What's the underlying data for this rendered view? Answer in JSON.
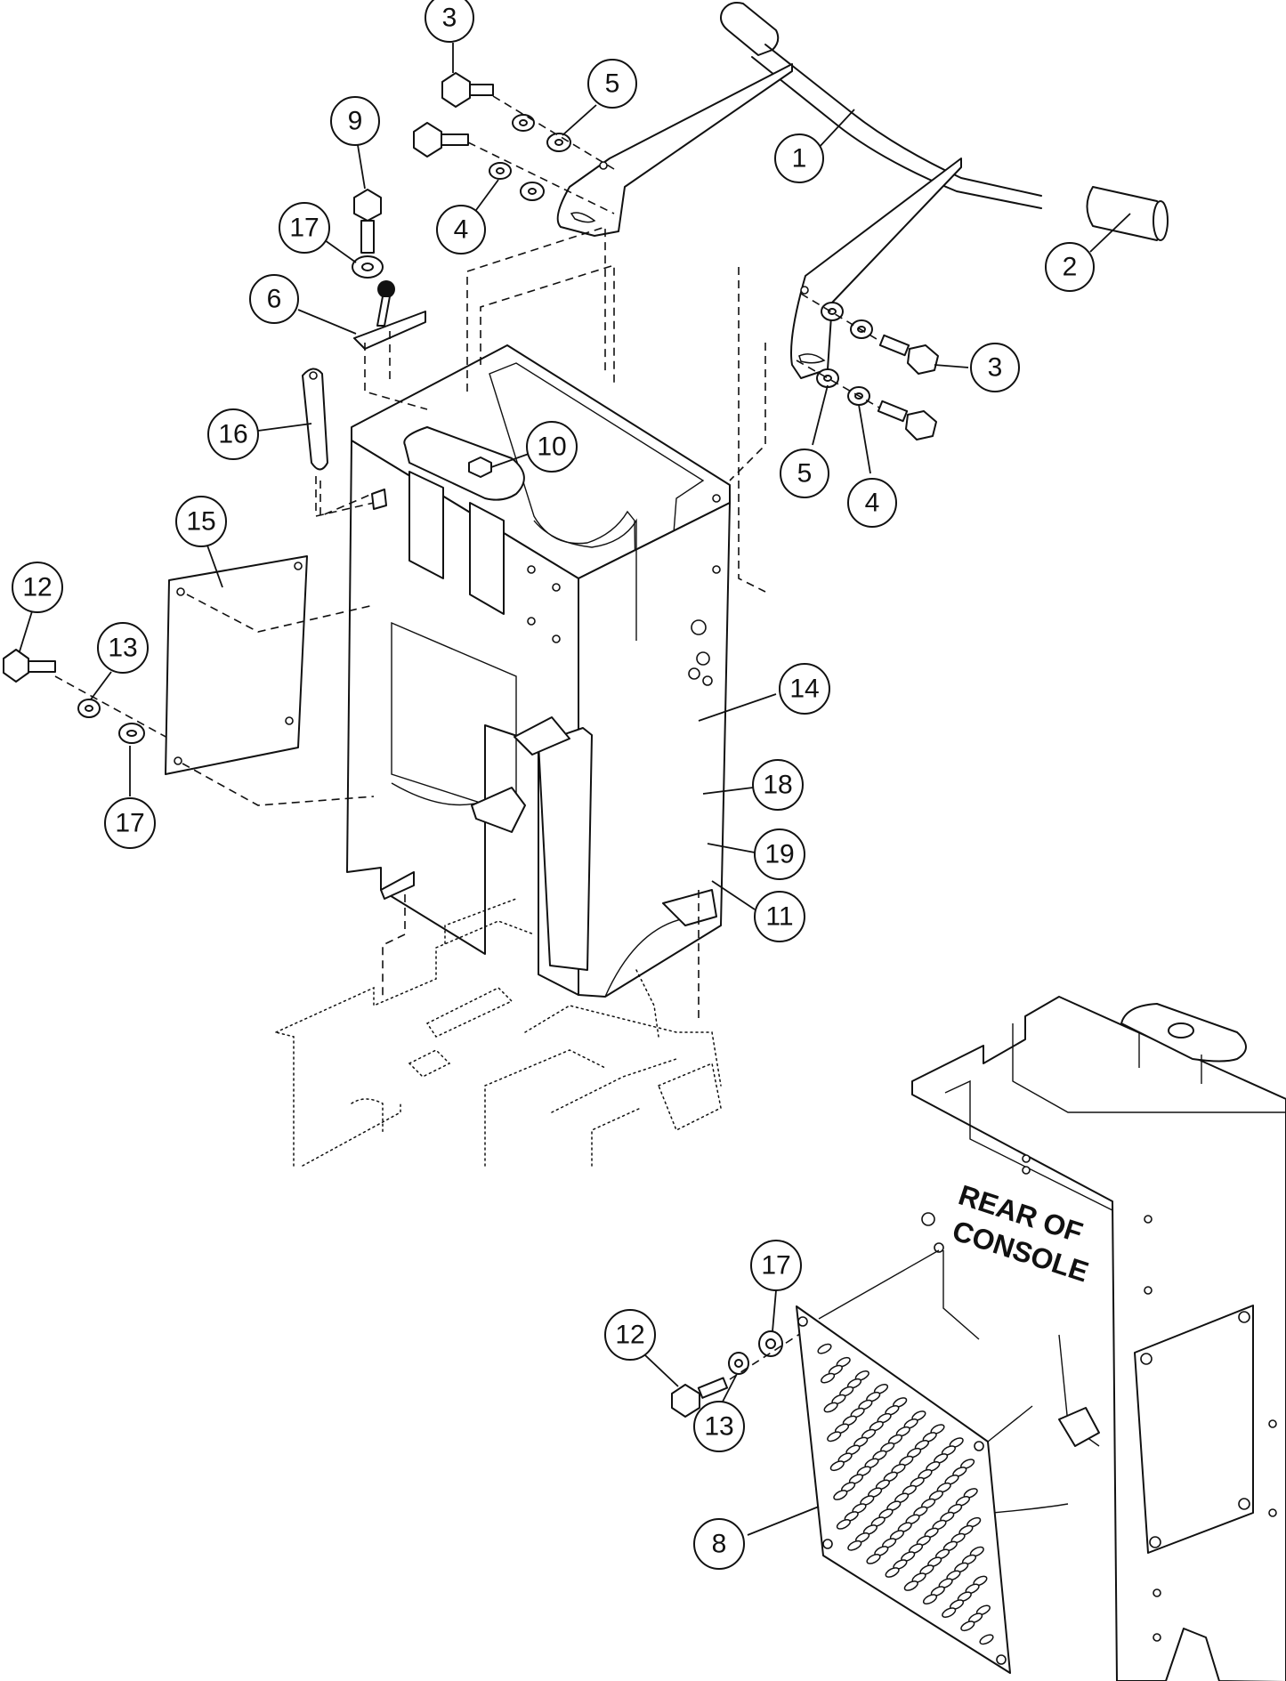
{
  "callouts": [
    {
      "label": "1"
    },
    {
      "label": "2"
    },
    {
      "label": "3"
    },
    {
      "label": "3"
    },
    {
      "label": "4"
    },
    {
      "label": "4"
    },
    {
      "label": "5"
    },
    {
      "label": "5"
    },
    {
      "label": "6"
    },
    {
      "label": "9"
    },
    {
      "label": "10"
    },
    {
      "label": "11"
    },
    {
      "label": "12"
    },
    {
      "label": "12"
    },
    {
      "label": "13"
    },
    {
      "label": "13"
    },
    {
      "label": "14"
    },
    {
      "label": "15"
    },
    {
      "label": "16"
    },
    {
      "label": "17"
    },
    {
      "label": "17"
    },
    {
      "label": "17"
    },
    {
      "label": "18"
    },
    {
      "label": "19"
    },
    {
      "label": "8"
    }
  ],
  "rear_label": {
    "line1": "REAR OF",
    "line2": "CONSOLE"
  }
}
